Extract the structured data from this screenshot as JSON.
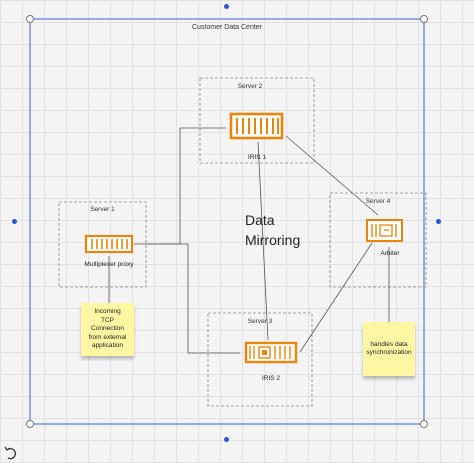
{
  "diagram": {
    "container": {
      "label": "Customer Data Center"
    },
    "title": {
      "line1": "Data",
      "line2": "Mirroring"
    },
    "servers": {
      "server1": {
        "label": "Server 1",
        "component": "Multiplexer proxy"
      },
      "server2": {
        "label": "Server 2",
        "component": "IRIS 1"
      },
      "server3": {
        "label": "Server 3",
        "component": "IRIS 2"
      },
      "server4": {
        "label": "Server 4",
        "component": "Arbiter"
      }
    },
    "notes": {
      "tcp": {
        "line1": "Incoming",
        "line2": "TCP",
        "line3": "Connection",
        "line4": "from external",
        "line5": "application"
      },
      "sync": {
        "line1": "handles data",
        "line2": "synchronization"
      }
    },
    "colors": {
      "accent": "#e8850c",
      "frame": "#5a7ad8",
      "sticky": "#fdf6a3",
      "selection": "#2f55d4"
    },
    "icons": {
      "proxy": "multiplexer-bar-icon",
      "iris": "server-rack-icon",
      "cpu": "cpu-chip-icon",
      "arbiter": "arbiter-board-icon",
      "rotate": "rotate-icon"
    }
  }
}
